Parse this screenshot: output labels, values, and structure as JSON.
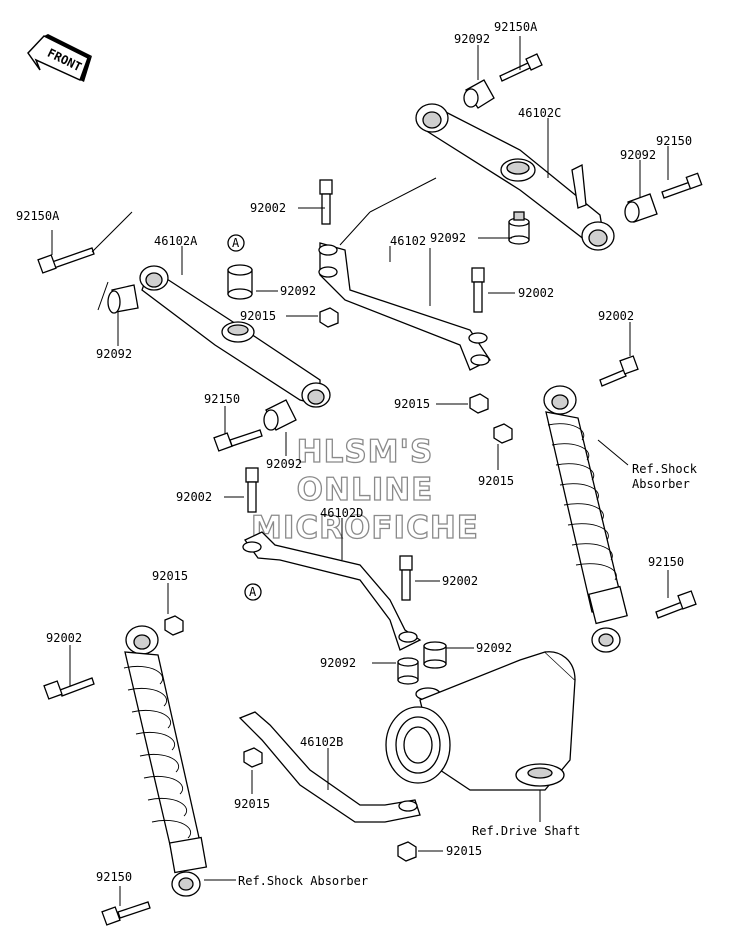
{
  "front_label": "FRONT",
  "watermark": [
    "HLSM'S",
    "ONLINE",
    "MICROFICHE"
  ],
  "circle_marker": "A",
  "labels": {
    "p92150A_top": "92150A",
    "p92092_top": "92092",
    "p46102C": "46102C",
    "p92150_right": "92150",
    "p92092_right": "92092",
    "p92002_a": "92002",
    "p92092_mid": "92092",
    "p92150A_left": "92150A",
    "p46102A": "46102A",
    "p46102": "46102",
    "p92092_b": "92092",
    "p92002_b": "92002",
    "p92015_a": "92015",
    "p92092_left": "92092",
    "p92002_c": "92002",
    "p92150_mid": "92150",
    "p92015_b": "92015",
    "p92092_c": "92092",
    "p92015_c": "92015",
    "ref_shock_right": [
      "Ref.Shock",
      "Absorber"
    ],
    "p92002_d": "92002",
    "p46102D": "46102D",
    "p92015_d": "92015",
    "p92002_e": "92002",
    "p92150_right2": "92150",
    "p92002_f": "92002",
    "p92092_d": "92092",
    "p92092_e": "92092",
    "p46102B": "46102B",
    "p92015_e": "92015",
    "ref_drive_shaft": "Ref.Drive Shaft",
    "p92015_f": "92015",
    "p92150_bottom": "92150",
    "ref_shock_left": "Ref.Shock Absorber"
  }
}
